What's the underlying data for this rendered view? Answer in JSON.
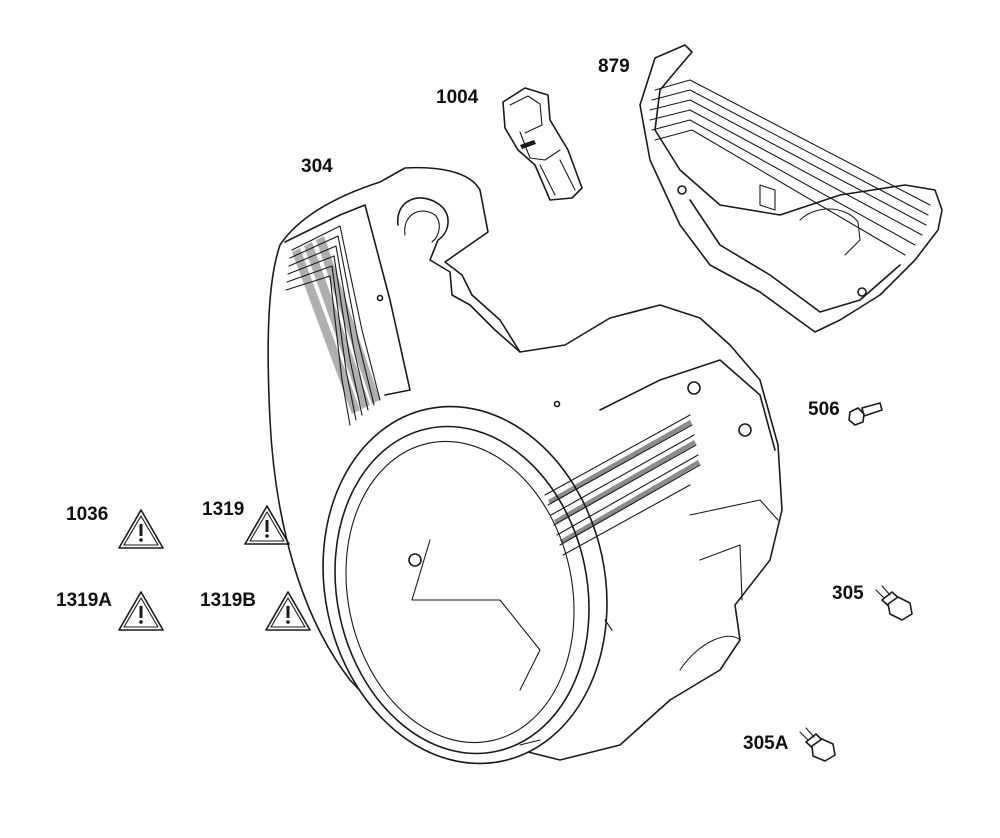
{
  "parts": {
    "shroud": "304",
    "duct": "1004",
    "cover": "879",
    "screw_small": "506",
    "bolt": "305",
    "bolt_alt": "305A"
  },
  "warnings": [
    {
      "id": "1036"
    },
    {
      "id": "1319"
    },
    {
      "id": "1319A"
    },
    {
      "id": "1319B"
    }
  ],
  "colors": {
    "line": "#1a1a1a",
    "background": "#ffffff"
  }
}
